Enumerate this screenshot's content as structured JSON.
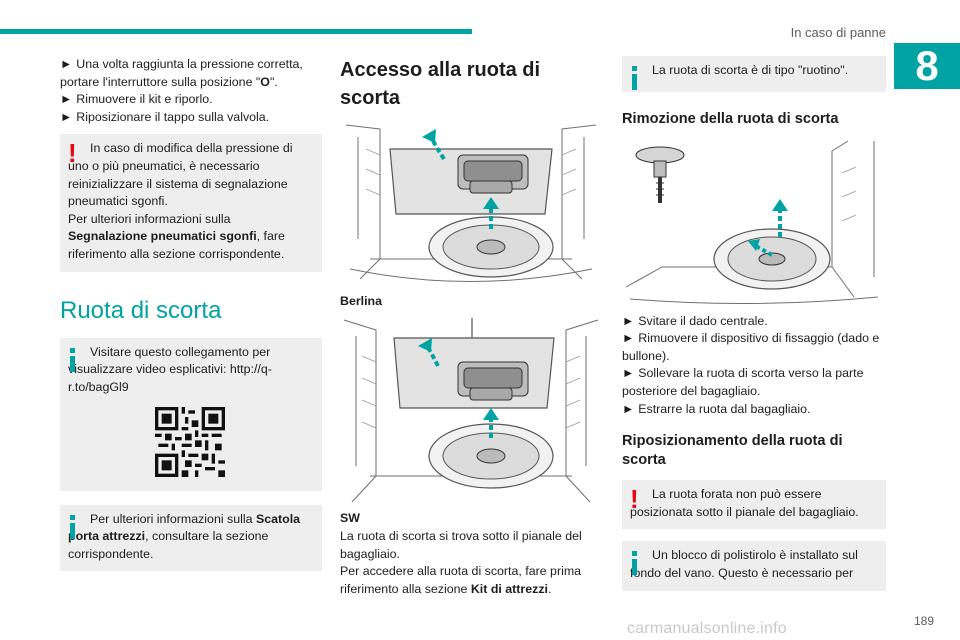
{
  "header": {
    "section": "In caso di panne",
    "chapter_number": "8",
    "page_number": "189"
  },
  "watermark": "carmanualsonline.info",
  "col1": {
    "bullets": [
      {
        "arrow": "►",
        "text_before": "Una volta raggiunta la pressione corretta, portare l'interruttore sulla posizione \"",
        "bold": "O",
        "text_after": "\"."
      },
      {
        "arrow": "►",
        "text": "Rimuovere il kit e riporlo."
      },
      {
        "arrow": "►",
        "text": "Riposizionare il tappo sulla valvola."
      }
    ],
    "warning_note": {
      "text1": "In caso di modifica della pressione di uno o più pneumatici, è necessario reinizializzare il sistema di segnalazione pneumatici sgonfi.",
      "text2": "Per ulteriori informazioni sulla ",
      "bold": "Segnalazione pneumatici sgonfi",
      "text3": ", fare riferimento alla sezione corrispondente."
    },
    "heading": "Ruota di scorta",
    "info_note_video": {
      "text": "Visitare questo collegamento per visualizzare video esplicativi: http://q-r.to/bagGl9"
    },
    "info_note_toolbox": {
      "text1": "Per ulteriori informazioni sulla ",
      "bold": "Scatola porta attrezzi",
      "text2": ", consultare la sezione corrispondente."
    }
  },
  "col2": {
    "heading": "Accesso alla ruota di scorta",
    "caption_berlina": "Berlina",
    "caption_sw": "SW",
    "paragraph1": "La ruota di scorta si trova sotto il pianale del bagagliaio.",
    "paragraph2_before": "Per accedere alla ruota di scorta, fare prima riferimento alla sezione ",
    "paragraph2_bold": "Kit di attrezzi",
    "paragraph2_after": "."
  },
  "col3": {
    "info_note_type": {
      "text": "La ruota di scorta è di tipo \"ruotino\"."
    },
    "heading_removal": "Rimozione della ruota di scorta",
    "bullets": [
      {
        "arrow": "►",
        "text": "Svitare il dado centrale."
      },
      {
        "arrow": "►",
        "text": "Rimuovere il dispositivo di fissaggio (dado e bullone)."
      },
      {
        "arrow": "►",
        "text": "Sollevare la ruota di scorta verso la parte posteriore del bagagliaio."
      },
      {
        "arrow": "►",
        "text": "Estrarre la ruota dal bagagliaio."
      }
    ],
    "heading_reposition": "Riposizionamento della ruota di scorta",
    "warning_note": {
      "text": "La ruota forata non può essere posizionata sotto il pianale del bagagliaio."
    },
    "info_note_polystyrene": {
      "text": "Un blocco di polistirolo è installato sul fondo del vano. Questo è necessario per"
    }
  },
  "colors": {
    "accent": "#00a3a3",
    "warning": "#e30613",
    "note_background": "#eeeeee"
  }
}
